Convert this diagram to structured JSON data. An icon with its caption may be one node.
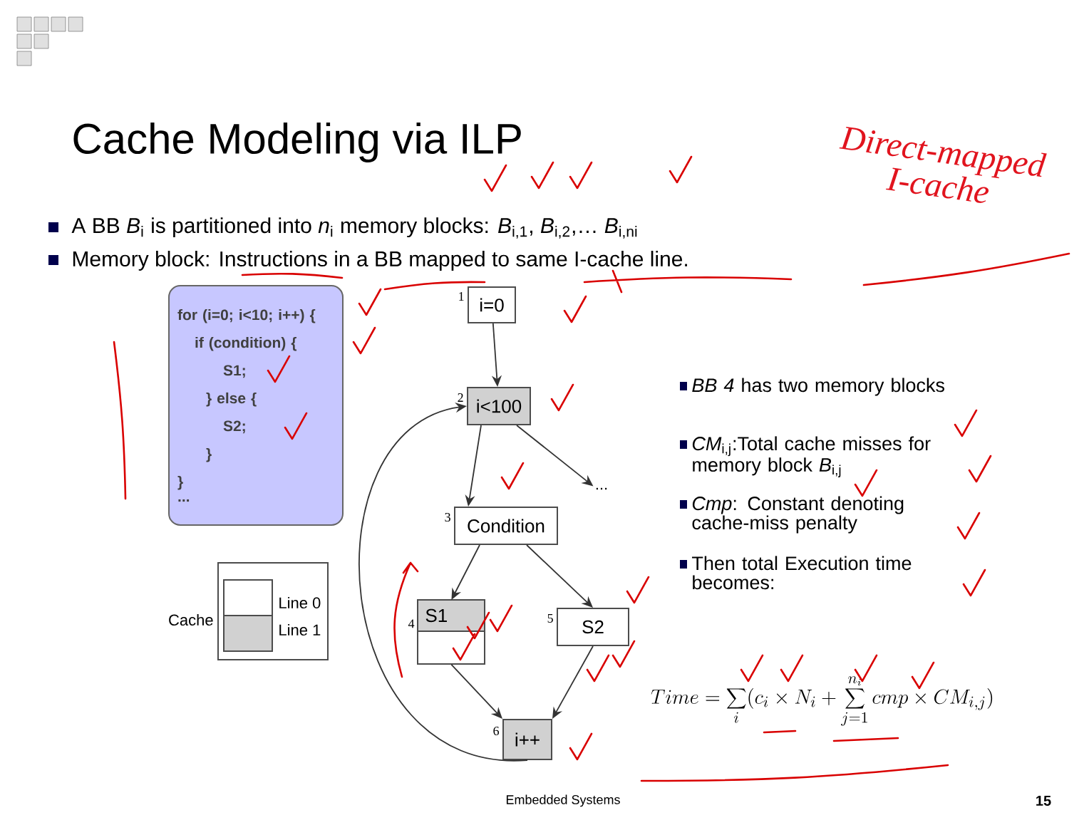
{
  "diagram": {
    "title": "Cache Modeling via ILP",
    "nodes": [
      {
        "text": [
          "for (i=0; i<10; i++) {",
          "if (condition) {",
          "S1;",
          "} else {",
          "S2;",
          "}",
          "}",
          "..."
        ]
      },
      {
        "text": [
          "i=0"
        ],
        "beside": [
          "1"
        ]
      },
      {
        "text": [
          "i<100"
        ],
        "beside": [
          "2"
        ]
      },
      {
        "text": [
          "..."
        ]
      },
      {
        "text": [
          "Condition"
        ],
        "beside": [
          "3"
        ]
      },
      {
        "text": [
          "S1"
        ],
        "beside": [
          "4"
        ]
      },
      {
        "text": [
          "S2"
        ],
        "beside": [
          "5"
        ]
      },
      {
        "text": [
          "i++"
        ],
        "beside": [
          "6"
        ]
      },
      {
        "text": [
          "Line 0",
          "Line 1"
        ],
        "beside": [
          "Cache"
        ]
      }
    ],
    "edges": [
      {
        "from": 1,
        "to": 2,
        "arrow": "to"
      },
      {
        "from": 2,
        "to": 4,
        "arrow": "to"
      },
      {
        "from": 2,
        "to": 3,
        "arrow": "to"
      },
      {
        "from": 4,
        "to": 5,
        "arrow": "to"
      },
      {
        "from": 4,
        "to": 6,
        "arrow": "to"
      },
      {
        "from": 5,
        "to": 7,
        "arrow": "to"
      },
      {
        "from": 6,
        "to": 7,
        "arrow": "to"
      },
      {
        "from": 7,
        "to": 2,
        "arrow": "to"
      }
    ],
    "labels": [
      "A BB *B*$_{i}$ is partitioned into *n*$_{i}$ memory blocks: *B*$_{i,1}$, *B*$_{i,2}$,… *B*$_{i,ni}$",
      "Memory block: Instructions in a BB mapped to same I-cache line.",
      "Direct-mapped I-cache",
      "*BB 4* has two memory blocks",
      "*CM*$_{i,j}$:Total cache misses for memory block *B*$_{i,j}$",
      "*Cmp*: Constant denoting cache-miss penalty",
      "Then total Execution time becomes:",
      "Time = \\sum_{i}(c_{i} \\times N_{i} + \\sum_{j=1}^{n_{i}} cmp \\times CM_{i,j})",
      "Embedded Systems",
      "15"
    ]
  }
}
